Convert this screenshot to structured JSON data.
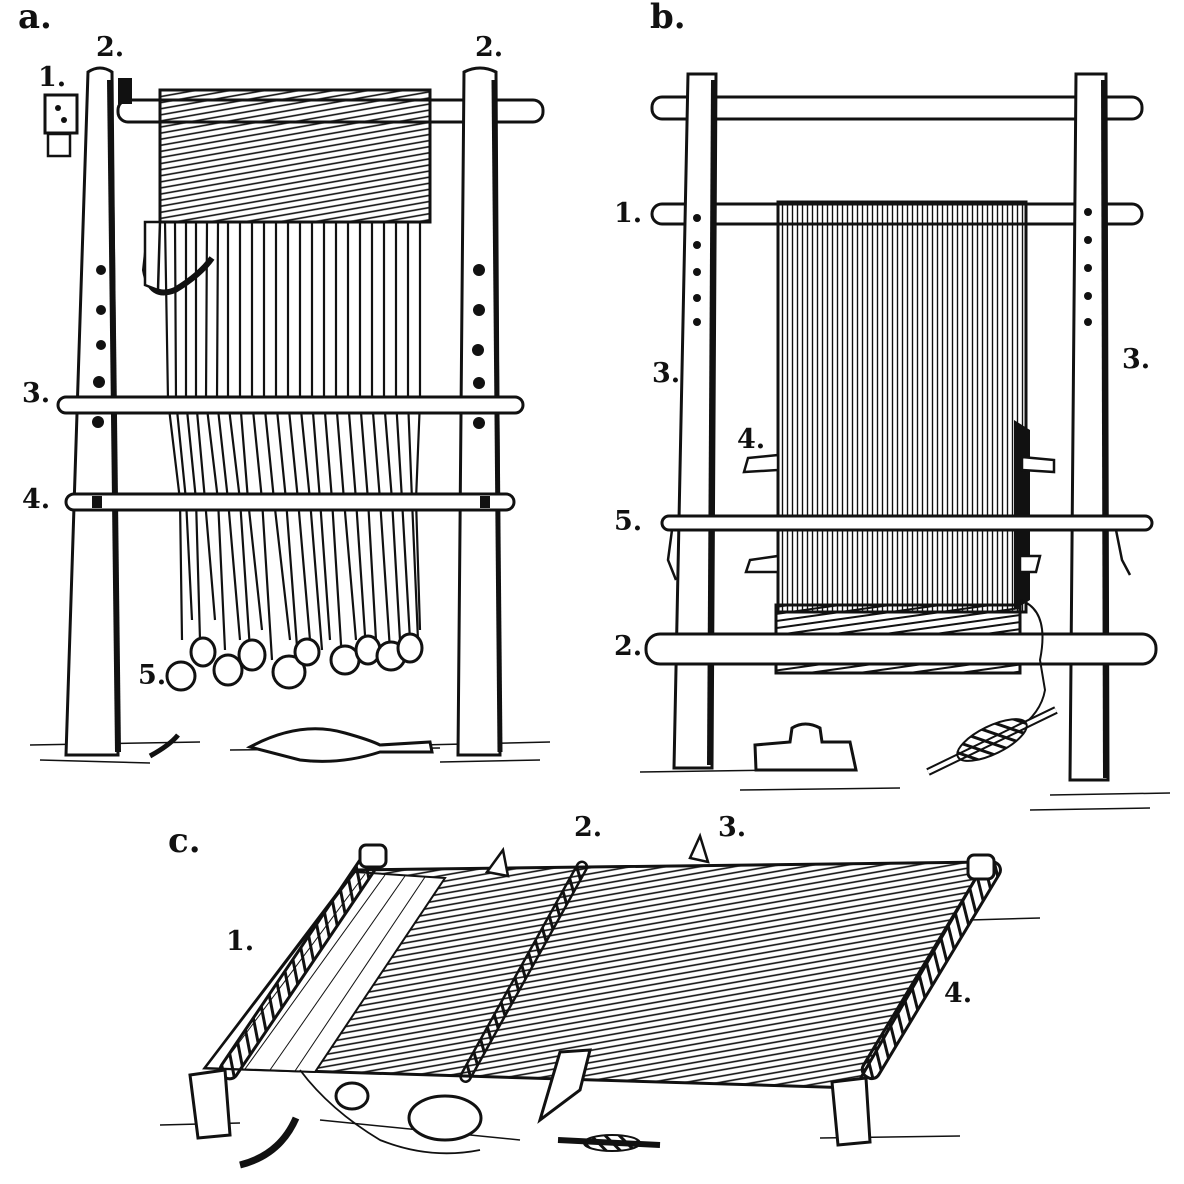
{
  "figure": {
    "panels": [
      {
        "id": "a",
        "label": "a.",
        "parts": [
          "1.",
          "2.",
          "2.",
          "3.",
          "4.",
          "5."
        ]
      },
      {
        "id": "b",
        "label": "b.",
        "parts": [
          "1.",
          "3.",
          "3.",
          "4.",
          "5.",
          "2."
        ]
      },
      {
        "id": "c",
        "label": "c.",
        "parts": [
          "1.",
          "2.",
          "3.",
          "4."
        ]
      }
    ]
  },
  "colors": {
    "ink": "#111111",
    "paper": "#ffffff",
    "wood": "#ffffff"
  }
}
